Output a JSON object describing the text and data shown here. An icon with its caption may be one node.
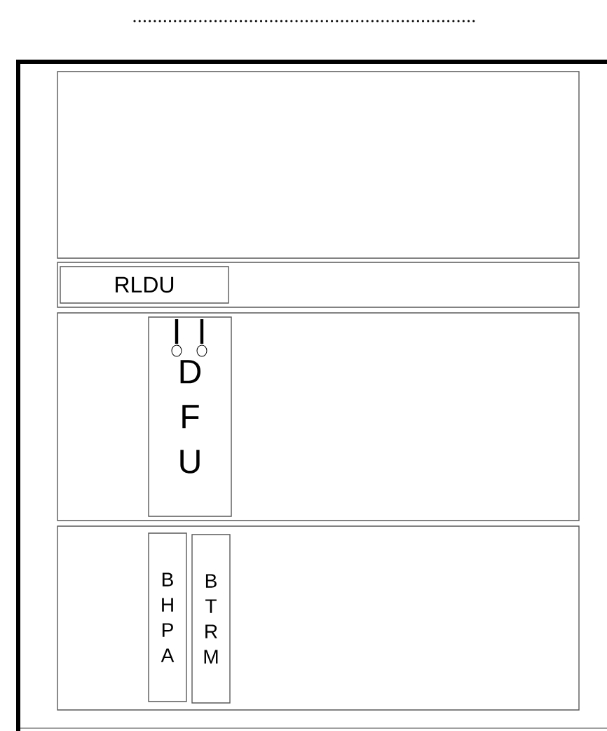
{
  "diagram": {
    "nodes": [
      {
        "text": [],
        "shape": "box"
      },
      {
        "text": [],
        "shape": "box"
      },
      {
        "text": [
          "RLDU"
        ],
        "in": 1
      },
      {
        "text": [],
        "shape": "box"
      },
      {
        "text": [
          "D F U"
        ],
        "in": 3
      },
      {
        "text": [],
        "shape": "box"
      },
      {
        "text": [
          "B H P A"
        ],
        "in": 5
      },
      {
        "text": [
          "B T R M"
        ],
        "in": 5
      }
    ]
  }
}
